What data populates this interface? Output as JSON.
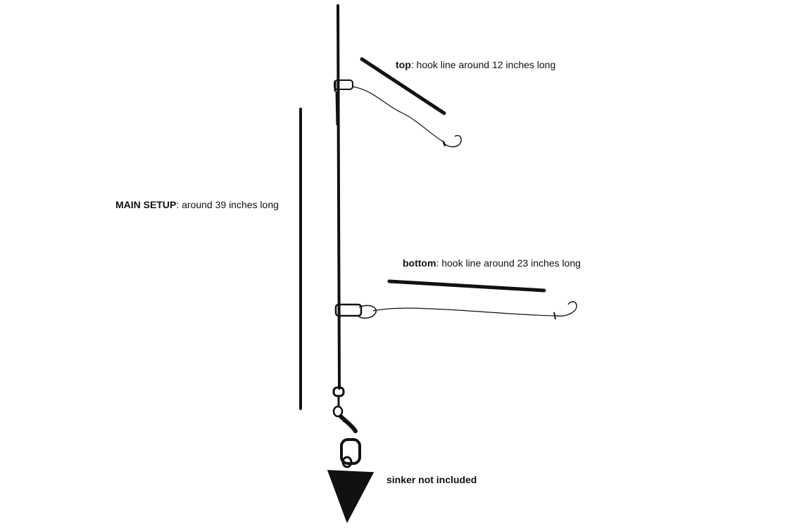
{
  "labels": {
    "top": {
      "name": "top",
      "text": ": hook line around 12 inches long"
    },
    "main": {
      "name": "MAIN SETUP",
      "text": ": around 39 inches long"
    },
    "bottom": {
      "name": "bottom",
      "text": ": hook line around 23 inches long"
    },
    "sinker": {
      "text": "sinker not included"
    }
  },
  "colors": {
    "ink": "#111111",
    "background": "#ffffff"
  }
}
